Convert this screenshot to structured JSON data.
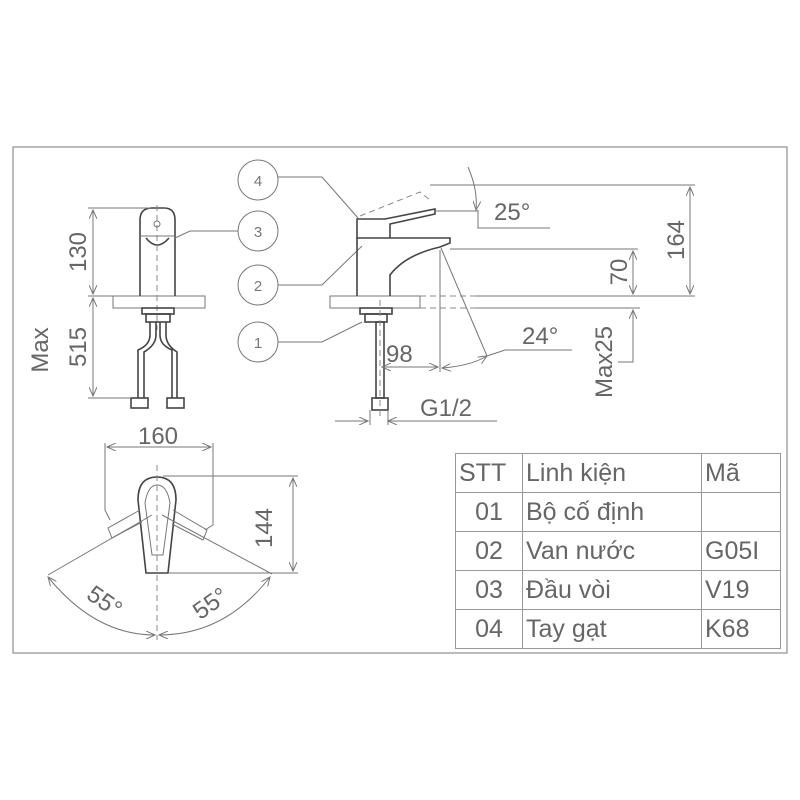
{
  "callouts": [
    "1",
    "2",
    "3",
    "4"
  ],
  "front_view": {
    "dim_height": "130",
    "dim_below": "515",
    "max_label": "Max"
  },
  "side_view": {
    "lever_angle": "25°",
    "total_height": "164",
    "spout_height": "70",
    "max_thickness": "Max25",
    "spout_angle": "24°",
    "reach": "98",
    "thread": "G1/2"
  },
  "top_view": {
    "width": "160",
    "depth": "144",
    "angle_left": "55°",
    "angle_right": "55°"
  },
  "parts_table": {
    "headers": [
      "STT",
      "Linh kiện",
      "Mã"
    ],
    "rows": [
      [
        "01",
        "Bộ cố định",
        ""
      ],
      [
        "02",
        "Van nước",
        "G05I"
      ],
      [
        "03",
        "Đầu vòi",
        "V19"
      ],
      [
        "04",
        "Tay gạt",
        "K68"
      ]
    ]
  }
}
